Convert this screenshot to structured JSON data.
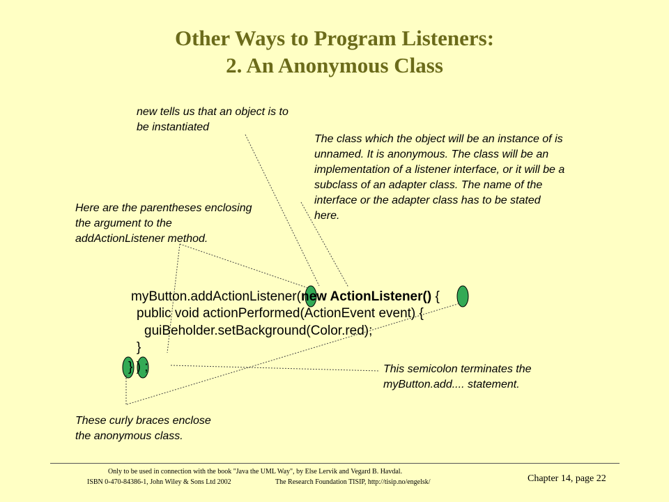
{
  "slide": {
    "title_line1": "Other Ways to Program Listeners:",
    "title_line2": "2. An Anonymous Class"
  },
  "notes": {
    "new_keyword": "new tells us that an object is to\nbe instantiated",
    "anonymous_class": "The class which the object will be an instance of is\nunnamed. It is anonymous. The class will be an\nimplementation of a listener interface, or it will be a\nsubclass of an adapter class. The name of the\ninterface or the adapter class has to be stated\nhere.",
    "parentheses": "Here are the parentheses enclosing\nthe argument to the\naddActionListener method.",
    "semicolon": "This semicolon terminates the\nmyButton.add.... statement.",
    "curly_braces": "These curly braces enclose\nthe anonymous class."
  },
  "code": {
    "line1_prefix": "myButton.addActionListener(",
    "line1_bold": "new ActionListener()",
    "line1_suffix": " {",
    "line2": "public void actionPerformed(ActionEvent event) {",
    "line3": "guiBeholder.setBackground(Color.red);",
    "line4": "}",
    "line5": "} ) ;"
  },
  "footer": {
    "line1": "Only to be used in connection with the book \"Java the UML Way\", by Else Lervik and Vegard B. Havdal.",
    "line2_left": "ISBN 0-470-84386-1, John Wiley & Sons Ltd 2002",
    "line2_right": "The Research Foundation TISIP, http://tisip.no/engelsk/",
    "page": "Chapter 14, page 22"
  },
  "colors": {
    "background": "#ffffc4",
    "title": "#6b6b1a",
    "highlight": "#33aa55"
  }
}
